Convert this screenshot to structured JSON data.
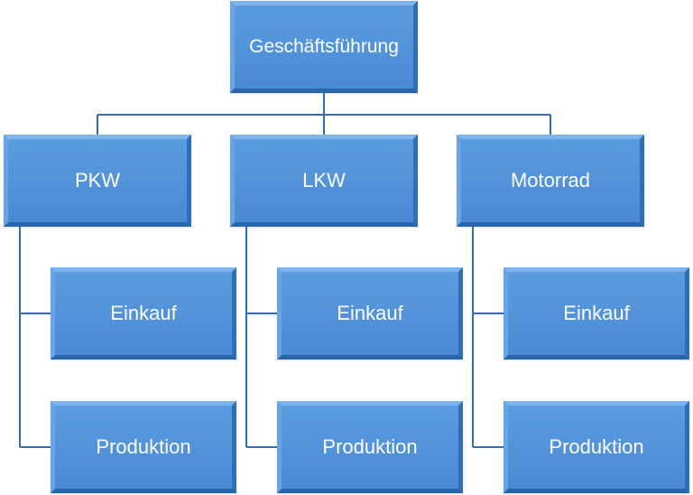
{
  "root": {
    "label": "Geschäftsführung"
  },
  "divisions": [
    {
      "label": "PKW",
      "children": [
        "Einkauf",
        "Produktion"
      ]
    },
    {
      "label": "LKW",
      "children": [
        "Einkauf",
        "Produktion"
      ]
    },
    {
      "label": "Motorrad",
      "children": [
        "Einkauf",
        "Produktion"
      ]
    }
  ],
  "colors": {
    "box_fill": "#4a8ad4",
    "connector": "#2f6fb8",
    "text": "#ffffff"
  }
}
